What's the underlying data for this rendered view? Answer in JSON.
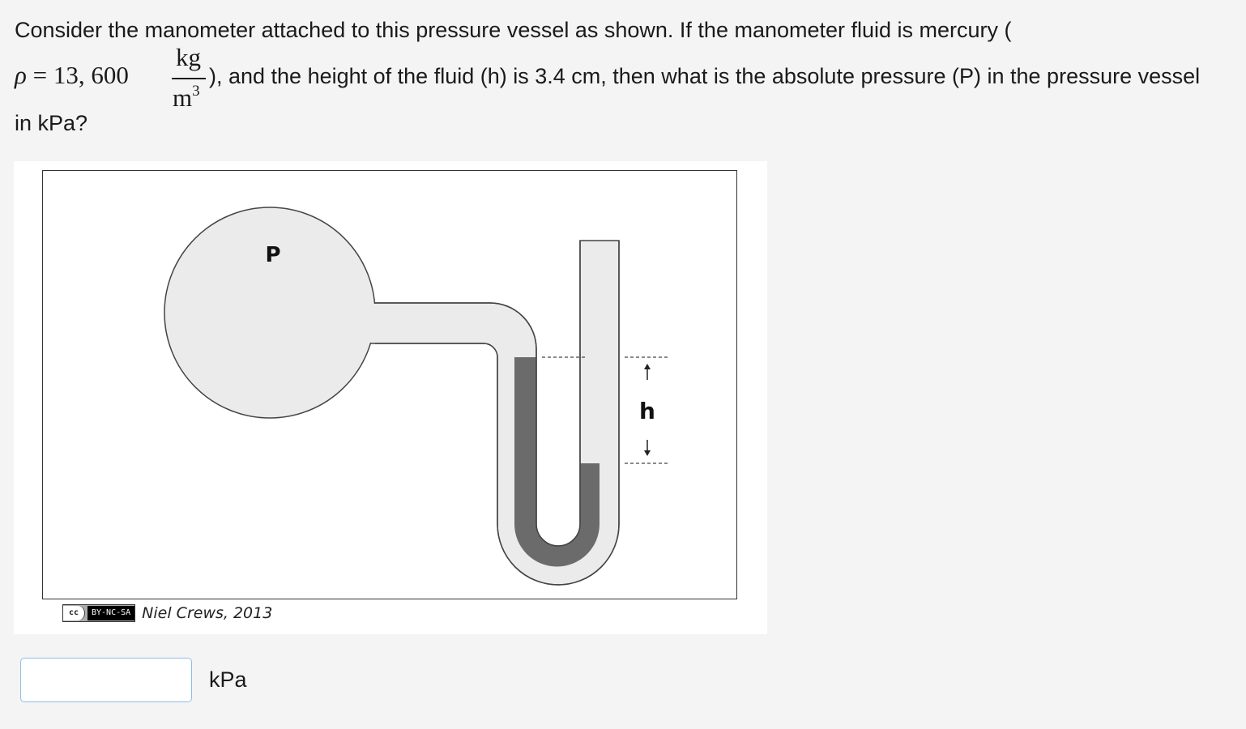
{
  "question": {
    "line1": "Consider the manometer attached to this pressure vessel as shown. If the manometer fluid is mercury (",
    "equation": {
      "symbol": "ρ",
      "equals": " = 13, 600",
      "numerator": "kg",
      "denominator_base": "m",
      "denominator_exp": "3"
    },
    "line2_rest": "), and the height of the fluid (h) is 3.4 cm, then what is the absolute pressure (P) in the pressure vessel",
    "line3": "in kPa?"
  },
  "figure": {
    "vessel_label": "P",
    "height_label": "h",
    "license_icon": "cc",
    "license_text": "BY-NC-SA",
    "credit": "Niel Crews, 2013",
    "colors": {
      "vessel_fill": "#ebebeb",
      "tube_fill": "#ebebeb",
      "mercury_fill": "#6b6b6b",
      "outline": "#444444"
    }
  },
  "answer": {
    "value": "",
    "placeholder": "",
    "unit": "kPa"
  }
}
